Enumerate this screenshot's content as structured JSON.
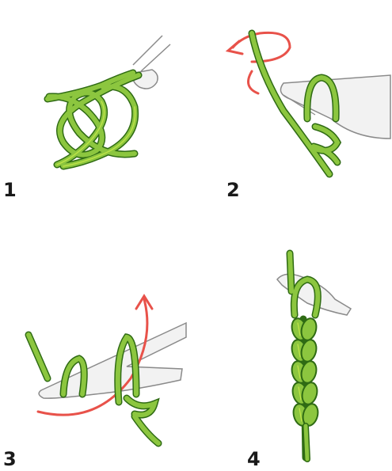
{
  "steps": [
    {
      "number": "1"
    },
    {
      "number": "2"
    },
    {
      "number": "3"
    },
    {
      "number": "4"
    }
  ],
  "colors": {
    "yarn": "#8cc63f",
    "yarn_outline": "#2f6b14",
    "yarn_highlight": "#c9ea4a",
    "arrow": "#e8524a",
    "hook": "#f2f2f2",
    "hook_outline": "#8a8a8a"
  },
  "icons": [
    "yarn-loop-icon",
    "crochet-hook-icon",
    "rotation-arrow-icon",
    "pull-through-arrow-icon",
    "chain-stitch-icon"
  ]
}
